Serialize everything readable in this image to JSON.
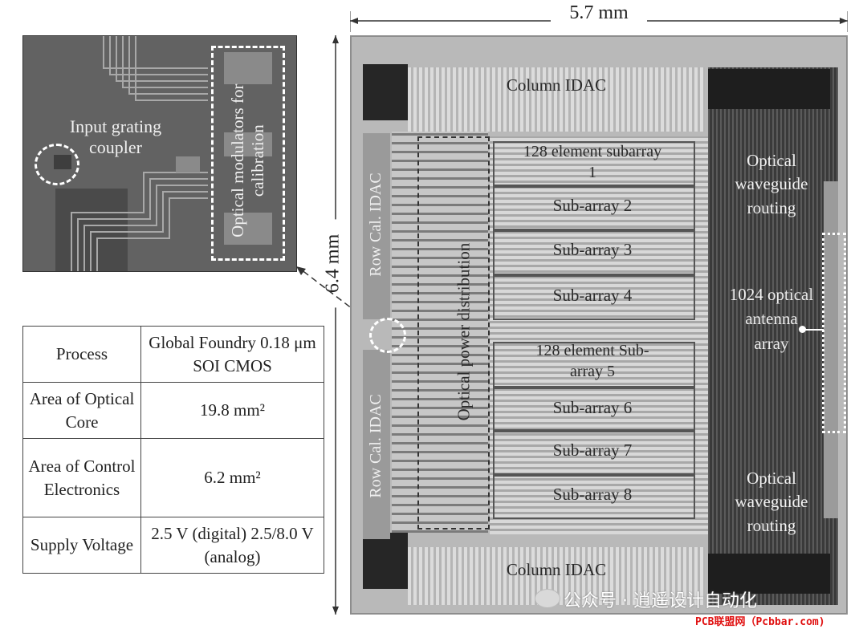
{
  "dimensions": {
    "width": "5.7 mm",
    "height": "6.4 mm"
  },
  "inset": {
    "coupler_label": "Input grating coupler",
    "modulator_label": "Optical modulators for calibration"
  },
  "chip": {
    "column_idac_top": "Column IDAC",
    "column_idac_bottom": "Column IDAC",
    "row_cal_top": "Row Cal. IDAC",
    "row_cal_bottom": "Row Cal. IDAC",
    "power_distribution": "Optical power distribution",
    "subarrays": [
      "128 element subarray 1",
      "Sub-array 2",
      "Sub-array 3",
      "Sub-array 4",
      "128 element Sub-array 5",
      "Sub-array 6",
      "Sub-array 7",
      "Sub-array 8"
    ],
    "routing_top": "Optical waveguide routing",
    "antenna": "1024 optical antenna array",
    "routing_bottom": "Optical waveguide routing"
  },
  "specs": [
    {
      "label": "Process",
      "value": "Global Foundry 0.18 μm SOI CMOS"
    },
    {
      "label": "Area of Optical Core",
      "value": "19.8 mm²"
    },
    {
      "label": "Area of Control Electronics",
      "value": "6.2 mm²"
    },
    {
      "label": "Supply Voltage",
      "value": "2.5 V (digital) 2.5/8.0 V (analog)"
    }
  ],
  "watermark": {
    "wechat": "公众号 · 逍遥设计自动化",
    "site": "PCB联盟网（Pcbbar.com)"
  }
}
